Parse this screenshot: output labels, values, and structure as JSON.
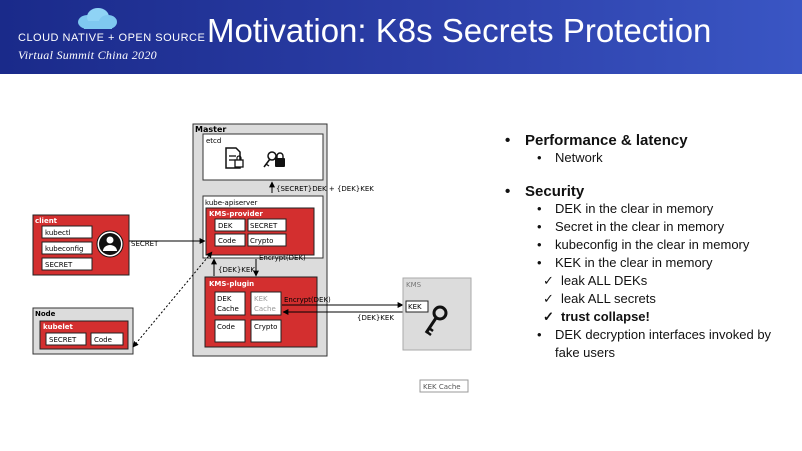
{
  "header": {
    "logo_line1": "CLOUD NATIVE + OPEN SOURCE",
    "logo_line2": "Virtual Summit China 2020",
    "title": "Motivation: K8s Secrets Protection",
    "bg_color": "#2c3fa8"
  },
  "diagram": {
    "master_label": "Master",
    "etcd_label": "etcd",
    "etcd_edge_label": "{SECRET}DEK + {DEK}KEK",
    "apiserver_label": "kube-apiserver",
    "kms_provider_label": "KMS-provider",
    "provider_cells": [
      "DEK",
      "SECRET",
      "Code",
      "Crypto"
    ],
    "encrypt_dek_label": "Encrypt(DEK)",
    "dek_kek_label": "{DEK}KEK",
    "kms_plugin_label": "KMS-plugin",
    "plugin_dek_cache": [
      "DEK",
      "Cache"
    ],
    "plugin_kek_cache": [
      "KEK",
      "Cache"
    ],
    "plugin_code": "Code",
    "plugin_crypto": "Crypto",
    "plugin_encrypt_label": "Encrypt(DEK)",
    "plugin_dek_kek_label": "{DEK}KEK",
    "kms_label": "KMS",
    "kek_label": "KEK",
    "client_label": "client",
    "client_items": [
      "kubectl",
      "kubeconfig",
      "SECRET"
    ],
    "secret_edge_label": "SECRET",
    "node_label": "Node",
    "kubelet_label": "kubelet",
    "kubelet_items": [
      "SECRET",
      "Code"
    ],
    "kek_cache_legend": "KEK Cache",
    "accent_red": "#d32f2f"
  },
  "bullets": {
    "perf_title": "Performance & latency",
    "perf_items": [
      "Network"
    ],
    "sec_title": "Security",
    "sec_items": [
      "DEK in the clear in memory",
      "Secret in the clear in memory",
      "kubeconfig in the clear in memory",
      "KEK in the clear in memory"
    ],
    "check_items": [
      "leak ALL DEKs",
      "leak ALL secrets",
      "trust collapse!"
    ],
    "last_item": "DEK decryption interfaces invoked by fake users"
  }
}
